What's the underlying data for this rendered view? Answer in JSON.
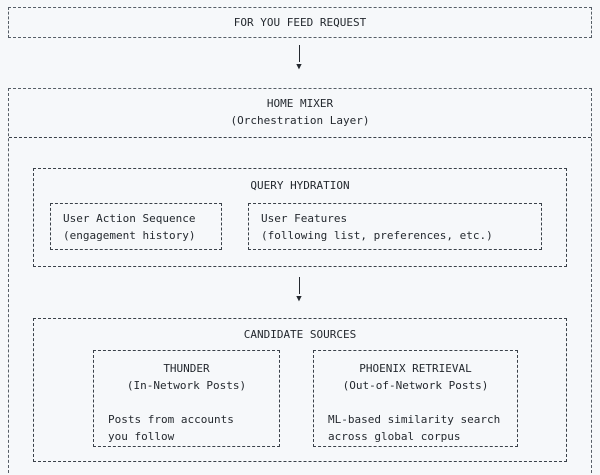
{
  "diagram": {
    "arrow_glyph": "▼",
    "colors": {
      "background": "#f6f8fa",
      "outer_border": "#565e67",
      "inner_border": "#3a4149",
      "text": "#24292f"
    },
    "request_box": {
      "title": "FOR YOU FEED REQUEST"
    },
    "home_mixer": {
      "title": "HOME MIXER",
      "subtitle": "(Orchestration Layer)"
    },
    "query_hydration": {
      "title": "QUERY HYDRATION",
      "boxes": [
        {
          "line1": "User Action Sequence",
          "line2": "(engagement history)"
        },
        {
          "line1": "User Features",
          "line2": "(following list, preferences, etc.)"
        }
      ]
    },
    "candidate_sources": {
      "title": "CANDIDATE SOURCES",
      "boxes": [
        {
          "name": "THUNDER",
          "type": "(In-Network Posts)",
          "desc1": "Posts from accounts",
          "desc2": "you follow"
        },
        {
          "name": "PHOENIX RETRIEVAL",
          "type": "(Out-of-Network Posts)",
          "desc1": "ML-based similarity search",
          "desc2": "across global corpus"
        }
      ]
    }
  }
}
